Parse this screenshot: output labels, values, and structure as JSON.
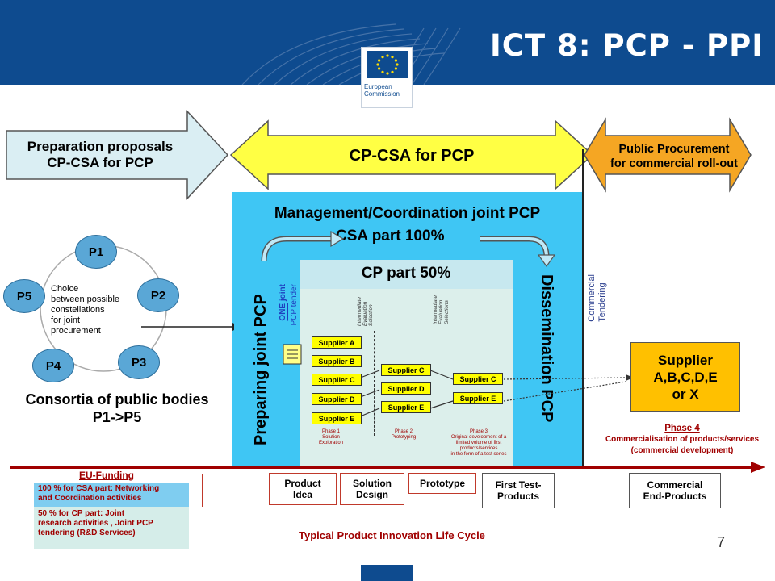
{
  "header": {
    "title": "ICT 8: PCP - PPI",
    "logo_line1": "European",
    "logo_line2": "Commission"
  },
  "top_arrows": {
    "preparation": "Preparation proposals\nCP-CSA for PCP",
    "cp_csa": "CP-CSA for PCP",
    "public_procurement": "Public Procurement\nfor commercial roll-out"
  },
  "management": {
    "title": "Management/Coordination joint PCP",
    "csa_part": "CSA part 100%",
    "cp_part": "CP part 50%",
    "preparing": "Preparing joint PCP",
    "one_joint_1": "ONE",
    "one_joint_2": "joint",
    "one_joint_3": "PCP tender",
    "dissemination": "Dissemination PCP",
    "commercial_tendering": "Commercial\nTendering",
    "selection_1": "Intermediate\nEvaluation\nSelection",
    "selection_2": "Intermediate\nEvaluation\nSelections"
  },
  "suppliers": {
    "phase1": [
      "Supplier A",
      "Supplier B",
      "Supplier C",
      "Supplier D",
      "Supplier E"
    ],
    "phase2": [
      "Supplier C",
      "Supplier D",
      "Supplier E"
    ],
    "phase3": [
      "Supplier C",
      "Supplier E"
    ]
  },
  "phase_notes": {
    "phase1": "Phase 1\nSolution\nExploration",
    "phase2": "Phase 2\nPrototyping",
    "phase3": "Phase 3\nOriginal development of a\nlimited volume of first\nproducts/services\nin the form of a test series"
  },
  "final_supplier": "Supplier\nA,B,C,D,E\nor X",
  "phase4": {
    "title": "Phase 4",
    "line1": "Commercialisation of products/services",
    "line2": "(commercial development)"
  },
  "consortia": {
    "nodes": [
      "P1",
      "P2",
      "P3",
      "P4",
      "P5"
    ],
    "choice_text": "Choice\nbetween possible\nconstellations\nfor joint\nprocurement",
    "label_line1": "Consortia of public bodies",
    "label_line2": "P1->P5"
  },
  "eu_funding": {
    "title": "EU-Funding",
    "csa": "100 % for CSA part: Networking\nand Coordination activities",
    "cp": "50 %  for CP part: Joint\nresearch activities , Joint PCP\ntendering (R&D Services)"
  },
  "lifecycle": {
    "stages": [
      "Product\nIdea",
      "Solution\nDesign",
      "Prototype",
      "First Test-\nProducts",
      "Commercial\nEnd-Products"
    ],
    "caption": "Typical Product Innovation Life Cycle"
  },
  "page_number": "7",
  "colors": {
    "header_blue": "#0e4b8f",
    "light_blue_arrow": "#daeef3",
    "yellow": "#ffff00",
    "orange": "#f5a623",
    "panel_cyan": "#3fc6f4",
    "inner_panel": "#dcefeb",
    "dark_red": "#a00000"
  }
}
